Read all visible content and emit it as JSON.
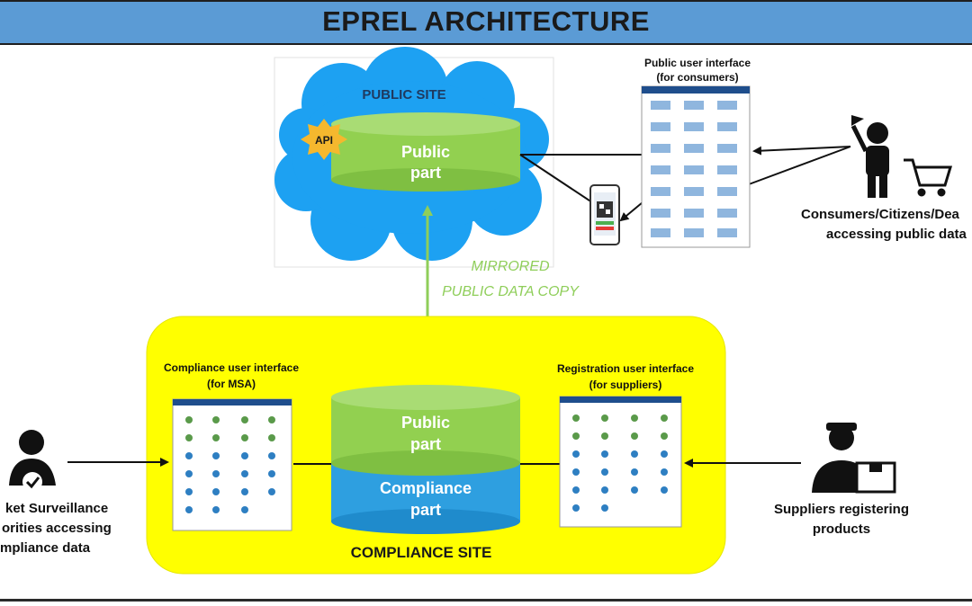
{
  "header": {
    "title": "EPREL ARCHITECTURE"
  },
  "public_site": {
    "label": "PUBLIC SITE",
    "api_badge": "API",
    "db_label_line1": "Public",
    "db_label_line2": "part"
  },
  "public_ui": {
    "title_line1": "Public user interface",
    "title_line2": "(for consumers)"
  },
  "consumers": {
    "label_line1": "Consumers/Citizens/Dea",
    "label_line2": "accessing public data"
  },
  "mirror": {
    "line1": "MIRRORED",
    "line2": "PUBLIC DATA COPY"
  },
  "compliance_site": {
    "label": "COMPLIANCE SITE",
    "db_public_line1": "Public",
    "db_public_line2": "part",
    "db_compliance_line1": "Compliance",
    "db_compliance_line2": "part"
  },
  "compliance_ui": {
    "title_line1": "Compliance user interface",
    "title_line2": "(for MSA)"
  },
  "registration_ui": {
    "title_line1": "Registration user interface",
    "title_line2": "(for suppliers)"
  },
  "msa": {
    "label_line1": "ket Surveillance",
    "label_line2": "orities accessing",
    "label_line3": "mpliance data"
  },
  "suppliers": {
    "label_line1": "Suppliers registering",
    "label_line2": "products"
  },
  "colors": {
    "header_blue": "#5b9bd5",
    "cloud_blue": "#1da1f2",
    "db_green": "#92d050",
    "db_blue": "#2e9fe0",
    "zone_yellow": "#ffff00",
    "mirror_green": "#8fce5a",
    "api_orange": "#f5b82e"
  }
}
